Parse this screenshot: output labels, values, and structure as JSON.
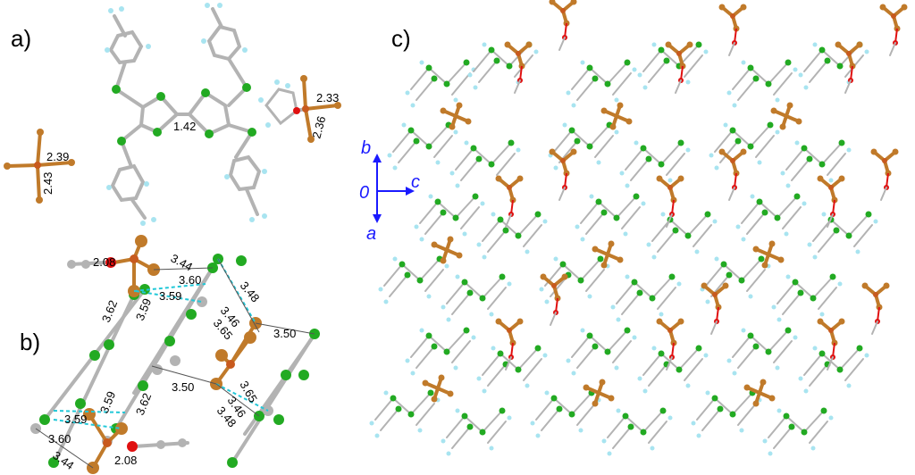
{
  "panels": {
    "a": {
      "label": "a)"
    },
    "b": {
      "label": "b)"
    },
    "c": {
      "label": "c)"
    }
  },
  "distances_a": {
    "cc": "1.42",
    "br_left_1": "2.39",
    "br_left_2": "2.43",
    "br_right_1": "2.33",
    "br_right_2": "2.36"
  },
  "distances_b": {
    "d1": "2.08",
    "d2": "3.44",
    "d3": "3.60",
    "d4": "3.59",
    "d5": "3.62",
    "d6": "3.59",
    "d7": "3.48",
    "d8": "3.46",
    "d9": "3.65",
    "d10": "3.50",
    "d11": "3.50",
    "d12": "3.59",
    "d13": "3.62",
    "d14": "3.59",
    "d15": "3.65",
    "d16": "3.46",
    "d17": "3.48",
    "d18": "3.60",
    "d19": "3.44",
    "d20": "2.08"
  },
  "axes": {
    "b": "b",
    "origin": "0",
    "c": "c",
    "a": "a"
  },
  "colors": {
    "carbon": "#b3b3b3",
    "hydrogen": "#a8e4f0",
    "sulfur": "#22aa22",
    "bromine": "#c07a2a",
    "iron": "#c85a1e",
    "oxygen": "#e01010",
    "axis": "#1a1aff",
    "contact": "#22c8d8"
  }
}
